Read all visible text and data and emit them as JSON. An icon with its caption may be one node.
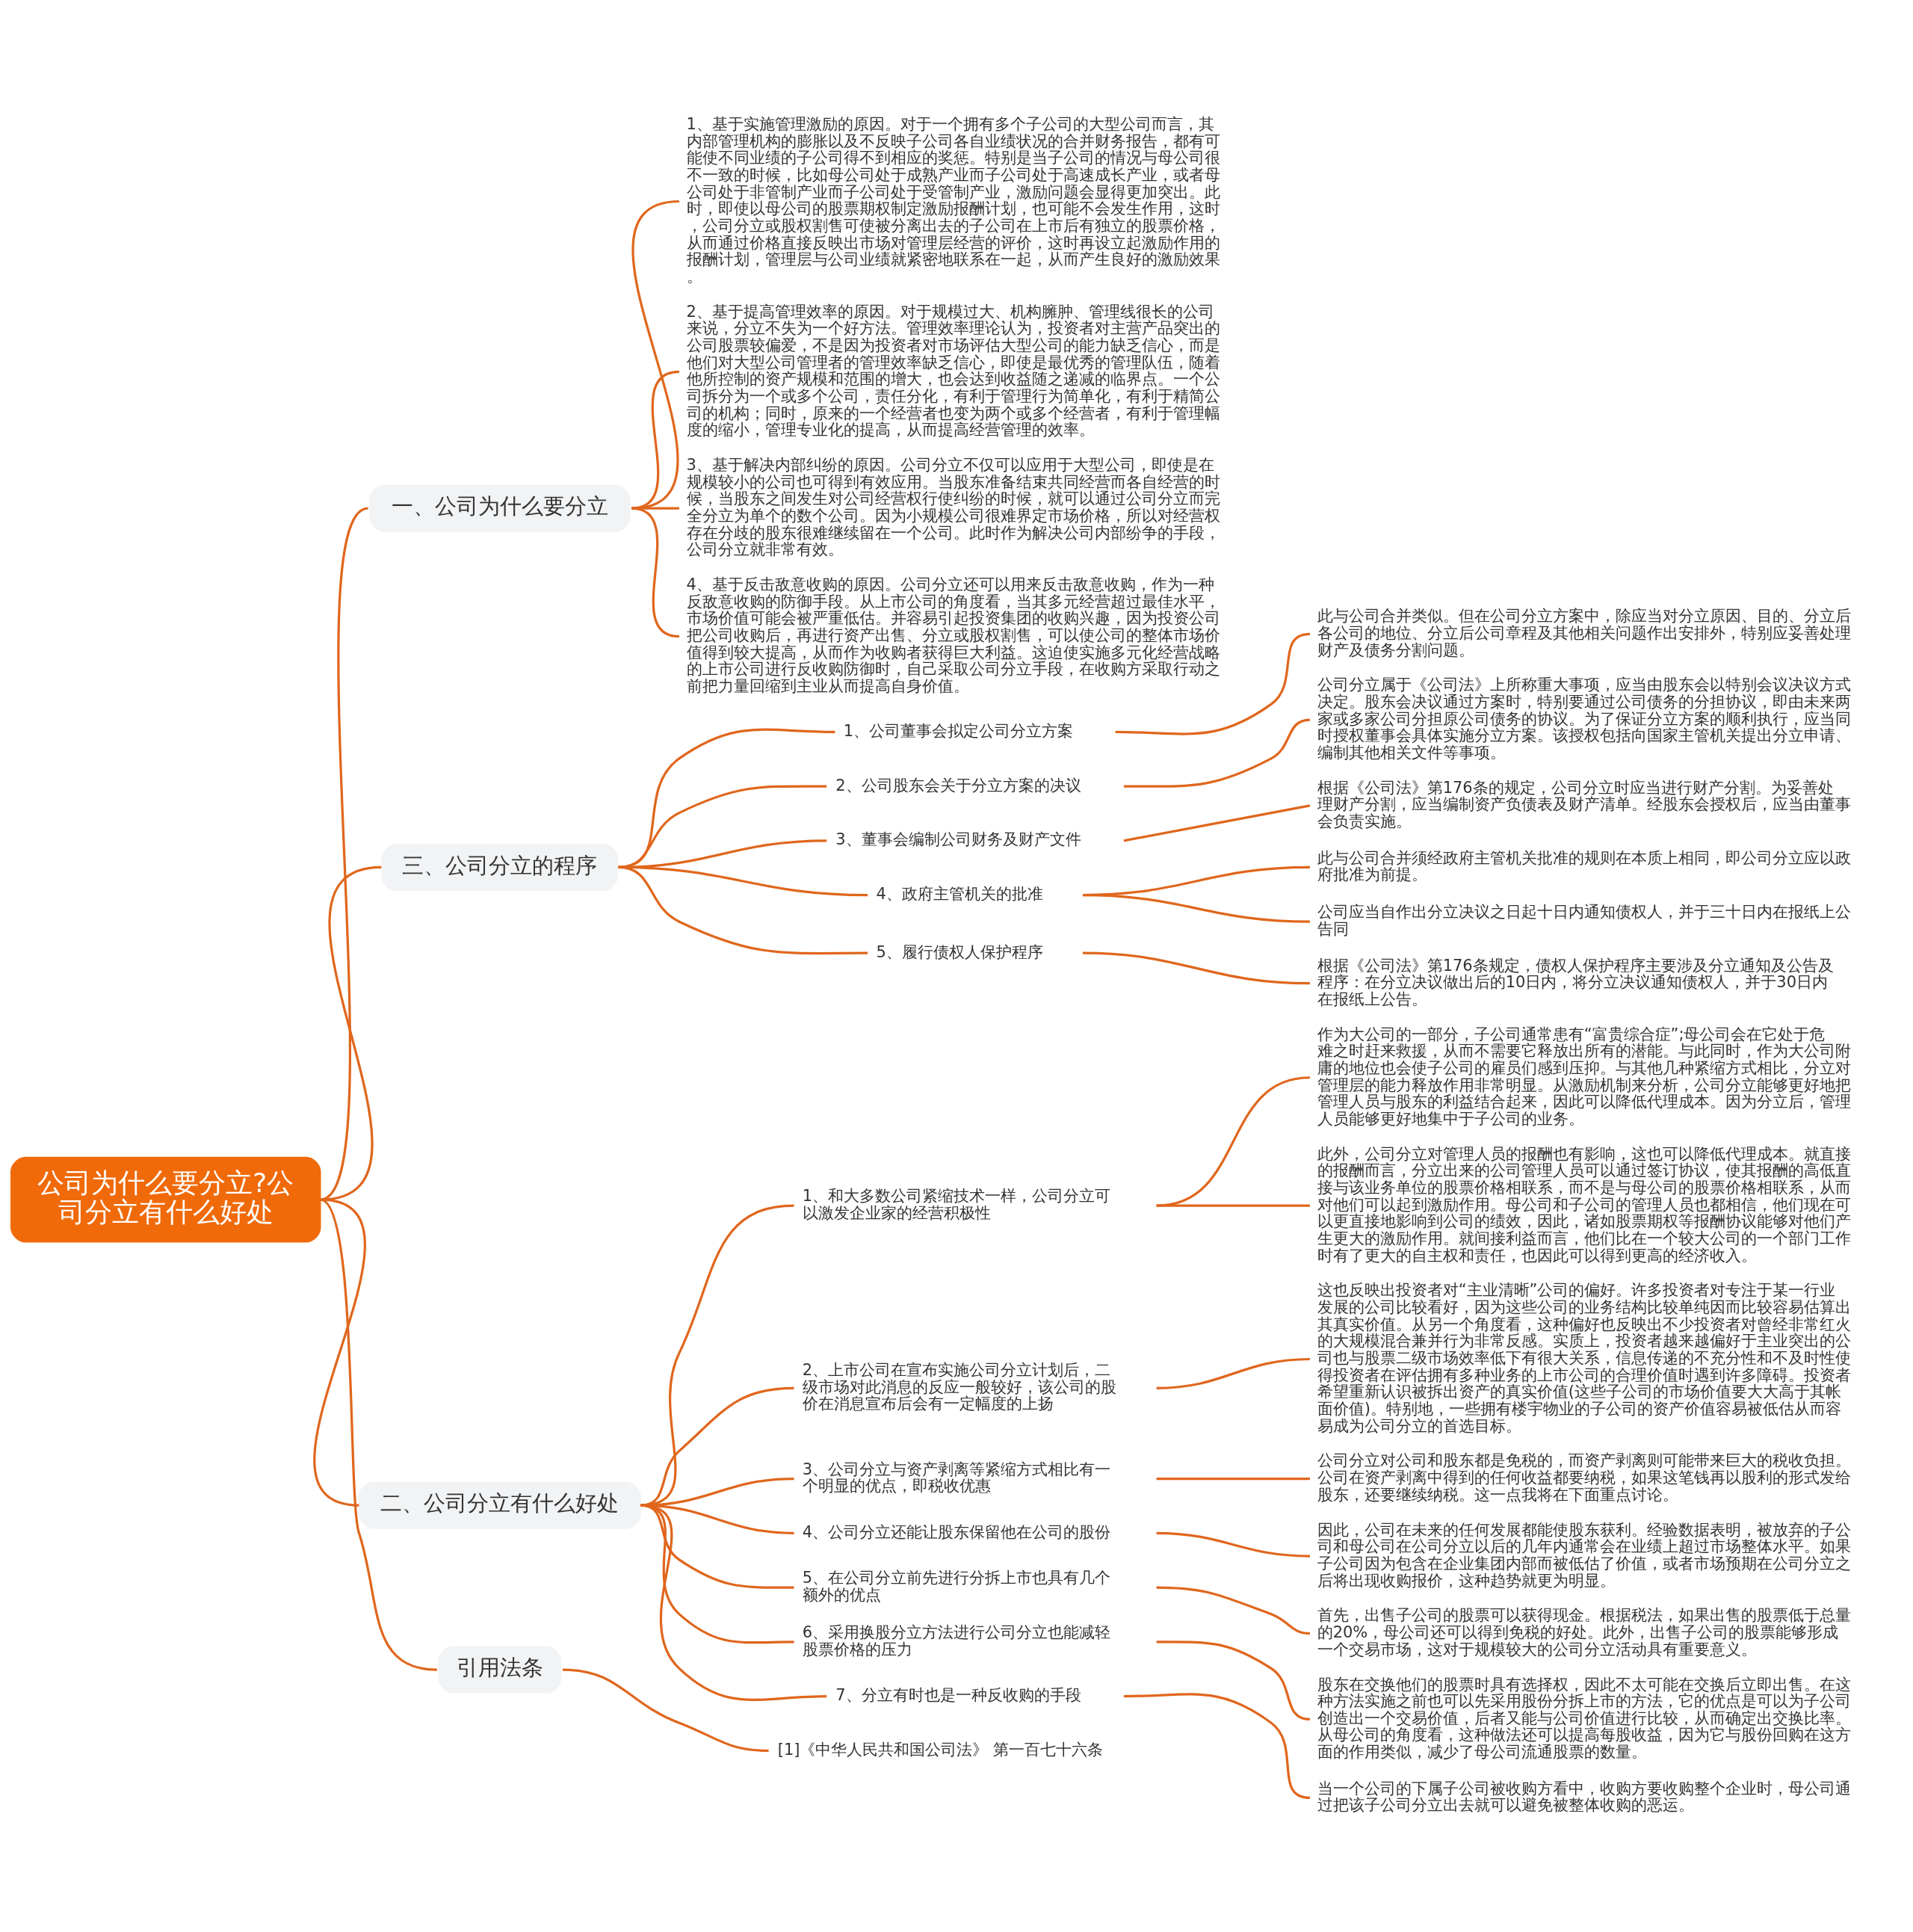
{
  "diagram": {
    "nodes": [
      {
        "text": [
          "公司为什么要分立?公司分立有什么好处"
        ]
      },
      {
        "text": [
          "一、公司为什么要分立"
        ]
      },
      {
        "text": [
          "1、基于实施管理激励的原因。对于一个拥有多个子公司的大型公司而言，其内部管理机构的膨胀以及不反映子公司各自业绩状况的合并财务报告，都有可能使不同业绩的子公司得不到相应的奖惩。特别是当子公司的情况与母公司很不一致的时候，比如母公司处于成熟产业而子公司处于高速成长产业，或者母公司处于非管制产业而子公司处于受管制产业，激励问题会显得更加突出。此时，即使以母公司的股票期权制定激励报酬计划，也可能不会发生作用，这时，公司分立或股权割售可使被分离出去的子公司在上市后有独立的股票价格，从而通过价格直接反映出市场对管理层经营的评价，这时再设立起激励作用的报酬计划，管理层与公司业绩就紧密地联系在一起，从而产生良好的激励效果。"
        ]
      },
      {
        "text": [
          "2、基于提高管理效率的原因。对于规模过大、机构臃肿、管理线很长的公司来说，分立不失为一个好方法。管理效率理论认为，投资者对主营产品突出的公司股票较偏爱，不是因为投资者对市场评估大型公司的能力缺乏信心，而是他们对大型公司管理者的管理效率缺乏信心，即使是最优秀的管理队伍，随着他所控制的资产规模和范围的增大，也会达到收益随之递减的临界点。一个公司拆分为一个或多个公司，责任分化，有利于管理行为简单化，有利于精简公司的机构；同时，原来的一个经营者也变为两个或多个经营者，有利于管理幅度的缩小，管理专业化的提高，从而提高经营管理的效率。"
        ]
      },
      {
        "text": [
          "3、基于解决内部纠纷的原因。公司分立不仅可以应用于大型公司，即使是在规模较小的公司也可得到有效应用。当股东准备结束共同经营而各自经营的时候，当股东之间发生对公司经营权行使纠纷的时候，就可以通过公司分立而完全分立为单个的数个公司。因为小规模公司很难界定市场价格，所以对经营权存在分歧的股东很难继续留在一个公司。此时作为解决公司内部纷争的手段，公司分立就非常有效。"
        ]
      },
      {
        "text": [
          "4、基于反击敌意收购的原因。公司分立还可以用来反击敌意收购，作为一种反敌意收购的防御手段。从上市公司的角度看，当其多元经营超过最佳水平，市场价值可能会被严重低估。并容易引起投资集团的收购兴趣，因为投资公司把公司收购后，再进行资产出售、分立或股权割售，可以使公司的整体市场价值得到较大提高，从而作为收购者获得巨大利益。这迫使实施多元化经营战略的上市公司进行反收购防御时，自己采取公司分立手段，在收购方采取行动之前把力量回缩到主业从而提高自身价值。"
        ]
      },
      {
        "text": [
          "三、公司分立的程序"
        ]
      },
      {
        "text": [
          "1、公司董事会拟定公司分立方案"
        ]
      },
      {
        "text": [
          "此与公司合并类似。但在公司分立方案中，除应当对分立原因、目的、分立后各公司的地位、分立后公司章程及其他相关问题作出安排外，特别应妥善处理财产及债务分割问题。"
        ]
      },
      {
        "text": [
          "2、公司股东会关于分立方案的决议"
        ]
      },
      {
        "text": [
          "公司分立属于《公司法》上所称重大事项，应当由股东会以特别会议决议方式决定。股东会决议通过方案时，特别要通过公司债务的分担协议，即由未来两家或多家公司分担原公司债务的协议。为了保证分立方案的顺利执行，应当同时授权董事会具体实施分立方案。该授权包括向国家主管机关提出分立申请、编制其他相关文件等事项。"
        ]
      },
      {
        "text": [
          "3、董事会编制公司财务及财产文件"
        ]
      },
      {
        "text": [
          "根据《公司法》第176条的规定，公司分立时应当进行财产分割。为妥善处理财产分割，应当编制资产负债表及财产清单。经股东会授权后，应当由董事会负责实施。"
        ]
      },
      {
        "text": [
          "4、政府主管机关的批准"
        ]
      },
      {
        "text": [
          "此与公司合并须经政府主管机关批准的规则在本质上相同，即公司分立应以政府批准为前提。"
        ]
      },
      {
        "text": [
          "公司应当自作出分立决议之日起十日内通知债权人，并于三十日内在报纸上公告同"
        ]
      },
      {
        "text": [
          "5、履行债权人保护程序"
        ]
      },
      {
        "text": [
          "根据《公司法》第176条规定，债权人保护程序主要涉及分立通知及公告及程序：在分立决议做出后的10日内，将分立决议通知债权人，并于30日内在报纸上公告。"
        ]
      },
      {
        "text": [
          "二、公司分立有什么好处"
        ]
      },
      {
        "text": [
          "1、和大多数公司紧缩技术一样，公司分立可以激发企业家的经营积极性"
        ]
      },
      {
        "text": [
          "作为大公司的一部分，子公司通常患有“富贵综合症”;母公司会在它处于危难之时赶来救援，从而不需要它释放出所有的潜能。与此同时，作为大公司附庸的地位也会使子公司的雇员们感到压抑。与其他几种紧缩方式相比，分立对管理层的能力释放作用非常明显。从激励机制来分析，公司分立能够更好地把管理人员与股东的利益结合起来，因此可以降低代理成本。因为分立后，管理人员能够更好地集中于子公司的业务。"
        ]
      },
      {
        "text": [
          "此外，公司分立对管理人员的报酬也有影响，这也可以降低代理成本。就直接的报酬而言，分立出来的公司管理人员可以通过签订协议，使其报酬的高低直接与该业务单位的股票价格相联系，而不是与母公司的股票价格相联系，从而对他们可以起到激励作用。母公司和子公司的管理人员也都相信，他们现在可以更直接地影响到公司的绩效，因此，诸如股票期权等报酬协议能够对他们产生更大的激励作用。就间接利益而言，他们比在一个较大公司的一个部门工作时有了更大的自主权和责任，也因此可以得到更高的经济收入。"
        ]
      },
      {
        "text": [
          "2、上市公司在宣布实施公司分立计划后，二级市场对此消息的反应一般较好，该公司的股价在消息宣布后会有一定幅度的上扬"
        ]
      },
      {
        "text": [
          "这也反映出投资者对“主业清晰”公司的偏好。许多投资者对专注于某一行业发展的公司比较看好，因为这些公司的业务结构比较单纯因而比较容易估算出其真实价值。从另一个角度看，这种偏好也反映出不少投资者对曾经非常红火的大规模混合兼并行为非常反感。实质上，投资者越来越偏好于主业突出的公司也与股票二级市场效率低下有很大关系，信息传递的不充分性和不及时性使得投资者在评估拥有多种业务的上市公司的合理价值时遇到许多障碍。投资者希望重新认识被拆出资产的真实价值(这些子公司的市场价值要大大高于其帐面价值)。特别地，一些拥有楼宇物业的子公司的资产价值容易被低估从而容易成为公司分立的首选目标。"
        ]
      },
      {
        "text": [
          "3、公司分立与资产剥离等紧缩方式相比有一个明显的优点，即税收优惠"
        ]
      },
      {
        "text": [
          "公司分立对公司和股东都是免税的，而资产剥离则可能带来巨大的税收负担。公司在资产剥离中得到的任何收益都要纳税，如果这笔钱再以股利的形式发给股东，还要继续纳税。这一点我将在下面重点讨论。"
        ]
      },
      {
        "text": [
          "4、公司分立还能让股东保留他在公司的股份"
        ]
      },
      {
        "text": [
          "因此，公司在未来的任何发展都能使股东获利。经验数据表明，被放弃的子公司和母公司在公司分立以后的几年内通常会在业绩上超过市场整体水平。如果子公司因为包含在企业集团内部而被低估了价值，或者市场预期在公司分立之后将出现收购报价，这种趋势就更为明显。"
        ]
      },
      {
        "text": [
          "5、在公司分立前先进行分拆上市也具有几个额外的优点"
        ]
      },
      {
        "text": [
          "首先，出售子公司的股票可以获得现金。根据税法，如果出售的股票低于总量的20%，母公司还可以得到免税的好处。此外，出售子公司的股票能够形成一个交易市场，这对于规模较大的公司分立活动具有重要意义。"
        ]
      },
      {
        "text": [
          "6、采用换股分立方法进行公司分立也能减轻股票价格的压力"
        ]
      },
      {
        "text": [
          "股东在交换他们的股票时具有选择权，因此不太可能在交换后立即出售。在这种方法实施之前也可以先采用股份分拆上市的方法，它的优点是可以为子公司创造出一个交易价值，后者又能与公司价值进行比较，从而确定出交换比率。从母公司的角度看，这种做法还可以提高每股收益，因为它与股份回购在这方面的作用类似，减少了母公司流通股票的数量。"
        ]
      },
      {
        "text": [
          "7、分立有时也是一种反收购的手段"
        ]
      },
      {
        "text": [
          "当一个公司的下属子公司被收购方看中，收购方要收购整个企业时，母公司通过把该子公司分立出去就可以避免被整体收购的恶运。"
        ]
      },
      {
        "text": [
          "引用法条"
        ]
      },
      {
        "text": [
          "[1]《中华人民共和国公司法》 第一百七十六条"
        ]
      }
    ],
    "edges": [
      {
        "from": 0,
        "to": 1,
        "arrow": "none"
      },
      {
        "from": 1,
        "to": 2,
        "arrow": "none"
      },
      {
        "from": 1,
        "to": 3,
        "arrow": "none"
      },
      {
        "from": 1,
        "to": 4,
        "arrow": "none"
      },
      {
        "from": 1,
        "to": 5,
        "arrow": "none"
      },
      {
        "from": 0,
        "to": 6,
        "arrow": "none"
      },
      {
        "from": 6,
        "to": 7,
        "arrow": "none"
      },
      {
        "from": 7,
        "to": 8,
        "arrow": "none"
      },
      {
        "from": 6,
        "to": 9,
        "arrow": "none"
      },
      {
        "from": 9,
        "to": 10,
        "arrow": "none"
      },
      {
        "from": 6,
        "to": 11,
        "arrow": "none"
      },
      {
        "from": 11,
        "to": 12,
        "arrow": "none"
      },
      {
        "from": 6,
        "to": 13,
        "arrow": "none"
      },
      {
        "from": 13,
        "to": 14,
        "arrow": "none"
      },
      {
        "from": 13,
        "to": 15,
        "arrow": "none"
      },
      {
        "from": 6,
        "to": 16,
        "arrow": "none"
      },
      {
        "from": 16,
        "to": 17,
        "arrow": "none"
      },
      {
        "from": 0,
        "to": 18,
        "arrow": "none"
      },
      {
        "from": 18,
        "to": 19,
        "arrow": "none"
      },
      {
        "from": 19,
        "to": 20,
        "arrow": "none"
      },
      {
        "from": 19,
        "to": 21,
        "arrow": "none"
      },
      {
        "from": 18,
        "to": 22,
        "arrow": "none"
      },
      {
        "from": 22,
        "to": 23,
        "arrow": "none"
      },
      {
        "from": 18,
        "to": 24,
        "arrow": "none"
      },
      {
        "from": 24,
        "to": 25,
        "arrow": "none"
      },
      {
        "from": 18,
        "to": 26,
        "arrow": "none"
      },
      {
        "from": 26,
        "to": 27,
        "arrow": "none"
      },
      {
        "from": 18,
        "to": 28,
        "arrow": "none"
      },
      {
        "from": 28,
        "to": 29,
        "arrow": "none"
      },
      {
        "from": 18,
        "to": 30,
        "arrow": "none"
      },
      {
        "from": 30,
        "to": 31,
        "arrow": "none"
      },
      {
        "from": 18,
        "to": 32,
        "arrow": "none"
      },
      {
        "from": 32,
        "to": 33,
        "arrow": "none"
      },
      {
        "from": 0,
        "to": 34,
        "arrow": "none"
      },
      {
        "from": 34,
        "to": 35,
        "arrow": "none"
      }
    ]
  }
}
